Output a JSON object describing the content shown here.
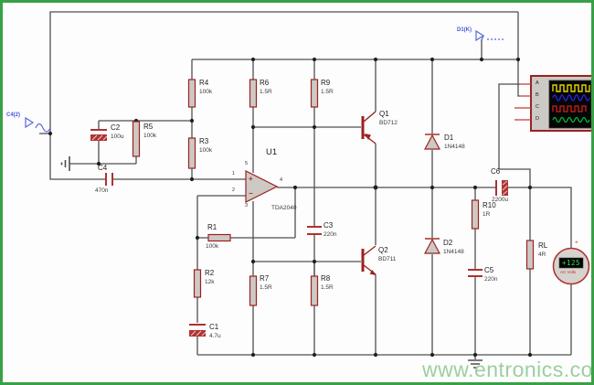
{
  "diagram": {
    "type": "circuit-schematic",
    "description": "TDA2040 audio power amplifier simulation schematic with output transistors, oscilloscope and AC voltmeter"
  },
  "colors": {
    "frame_green": "#3aa047",
    "wire_gray": "#4f4f4f",
    "component_red": "#9c2121",
    "component_fill": "#cdc9c4",
    "probe_blue": "#4a55d6",
    "watermark_green": "#9ccf9e",
    "scope_trace_a": "#e8d400",
    "scope_trace_b": "#2424dd",
    "scope_trace_c": "#cc2020",
    "scope_trace_d": "#00bb33",
    "meter_display": "#2fe34f"
  },
  "probes": {
    "input_label": "C4(2)",
    "output_label": "D1(K)"
  },
  "opamp": {
    "ref": "U1",
    "part": "TDA2040",
    "plus": "+",
    "minus": "−",
    "pins": {
      "in_plus": "1",
      "in_minus": "2",
      "vplus": "5",
      "vminus": "3",
      "out": "4"
    }
  },
  "components": {
    "R1": {
      "ref": "R1",
      "value": "100k"
    },
    "R2": {
      "ref": "R2",
      "value": "12k"
    },
    "R3": {
      "ref": "R3",
      "value": "100k"
    },
    "R4": {
      "ref": "R4",
      "value": "100k"
    },
    "R5": {
      "ref": "R5",
      "value": "100k"
    },
    "R6": {
      "ref": "R6",
      "value": "1.5R"
    },
    "R7": {
      "ref": "R7",
      "value": "1.5R"
    },
    "R8": {
      "ref": "R8",
      "value": "1.5R"
    },
    "R9": {
      "ref": "R9",
      "value": "1.5R"
    },
    "R10": {
      "ref": "R10",
      "value": "1R"
    },
    "RL": {
      "ref": "RL",
      "value": "4R"
    },
    "C1": {
      "ref": "C1",
      "value": "4.7u"
    },
    "C2": {
      "ref": "C2",
      "value": "100u"
    },
    "C3": {
      "ref": "C3",
      "value": "220n"
    },
    "C4": {
      "ref": "C4",
      "value": "470n"
    },
    "C5": {
      "ref": "C5",
      "value": "220n"
    },
    "C6": {
      "ref": "C6",
      "value": "2200u"
    },
    "D1": {
      "ref": "D1",
      "value": "1N4148"
    },
    "D2": {
      "ref": "D2",
      "value": "1N4148"
    },
    "Q1": {
      "ref": "Q1",
      "value": "BD712"
    },
    "Q2": {
      "ref": "Q2",
      "value": "BD711"
    }
  },
  "scope": {
    "channels": {
      "a": "A",
      "b": "B",
      "c": "C",
      "d": "D"
    }
  },
  "meter": {
    "reading": "+125",
    "unit": "AC Volts",
    "plus": "+"
  },
  "watermark": "www.entronics.com"
}
